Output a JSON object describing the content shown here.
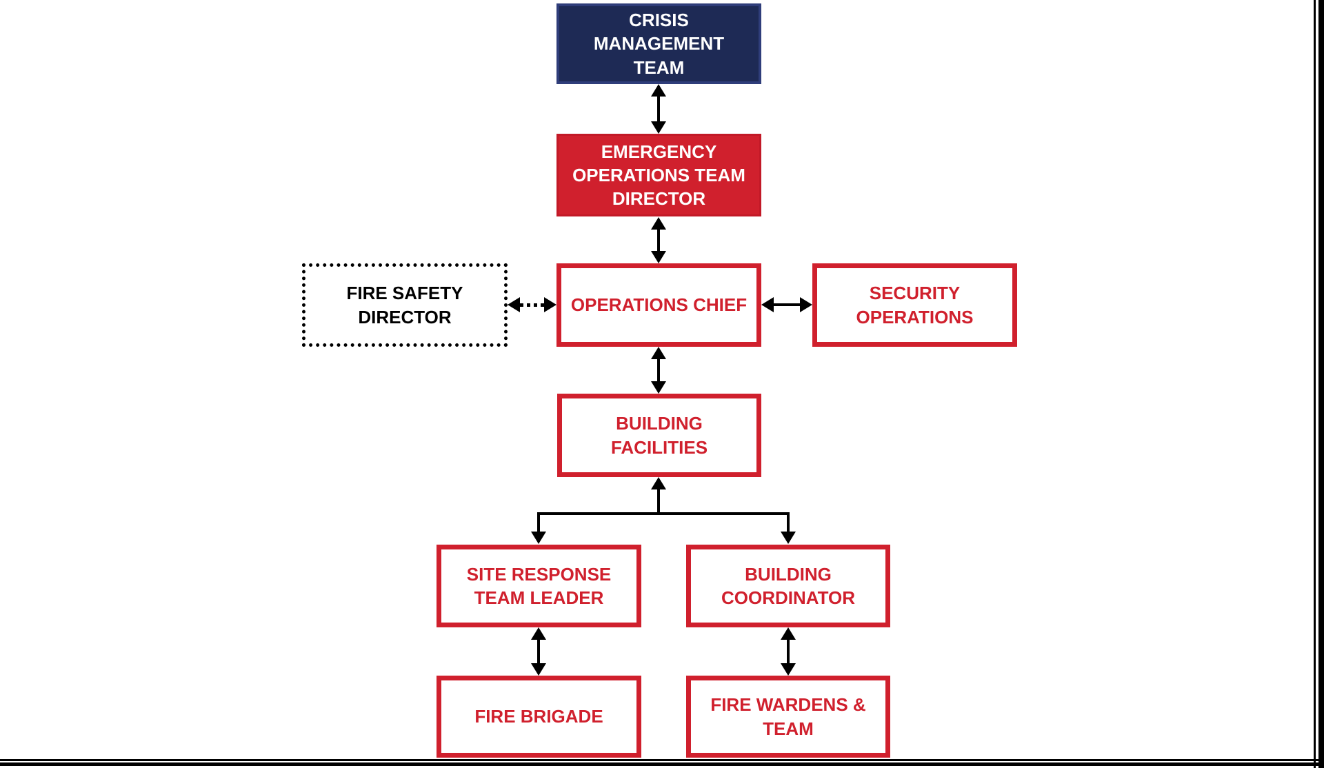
{
  "colors": {
    "navy_fill": "#1e2a55",
    "navy_border": "#2f3d7a",
    "red": "#d0202d",
    "black": "#000000",
    "white": "#ffffff"
  },
  "nodes": {
    "crisis": {
      "label": "CRISIS\nMANAGEMENT\nTEAM"
    },
    "eot_director": {
      "label": "EMERGENCY\nOPERATIONS TEAM\nDIRECTOR"
    },
    "fire_safety": {
      "label": "FIRE SAFETY\nDIRECTOR"
    },
    "ops_chief": {
      "label": "OPERATIONS CHIEF"
    },
    "security_ops": {
      "label": "SECURITY\nOPERATIONS"
    },
    "building_facilities": {
      "label": "BUILDING\nFACILITIES"
    },
    "site_response": {
      "label": "SITE RESPONSE\nTEAM LEADER"
    },
    "building_coordinator": {
      "label": "BUILDING\nCOORDINATOR"
    },
    "fire_brigade": {
      "label": "FIRE BRIGADE"
    },
    "fire_wardens": {
      "label": "FIRE WARDENS &\nTEAM"
    }
  },
  "edges": [
    {
      "from": "crisis",
      "to": "eot_director",
      "style": "double-arrow"
    },
    {
      "from": "eot_director",
      "to": "ops_chief",
      "style": "double-arrow"
    },
    {
      "from": "fire_safety",
      "to": "ops_chief",
      "style": "double-arrow-dotted"
    },
    {
      "from": "ops_chief",
      "to": "security_ops",
      "style": "double-arrow"
    },
    {
      "from": "ops_chief",
      "to": "building_facilities",
      "style": "double-arrow"
    },
    {
      "from": "building_facilities",
      "to": "site_response",
      "style": "branch-arrow"
    },
    {
      "from": "building_facilities",
      "to": "building_coordinator",
      "style": "branch-arrow"
    },
    {
      "from": "site_response",
      "to": "fire_brigade",
      "style": "double-arrow"
    },
    {
      "from": "building_coordinator",
      "to": "fire_wardens",
      "style": "double-arrow"
    }
  ]
}
